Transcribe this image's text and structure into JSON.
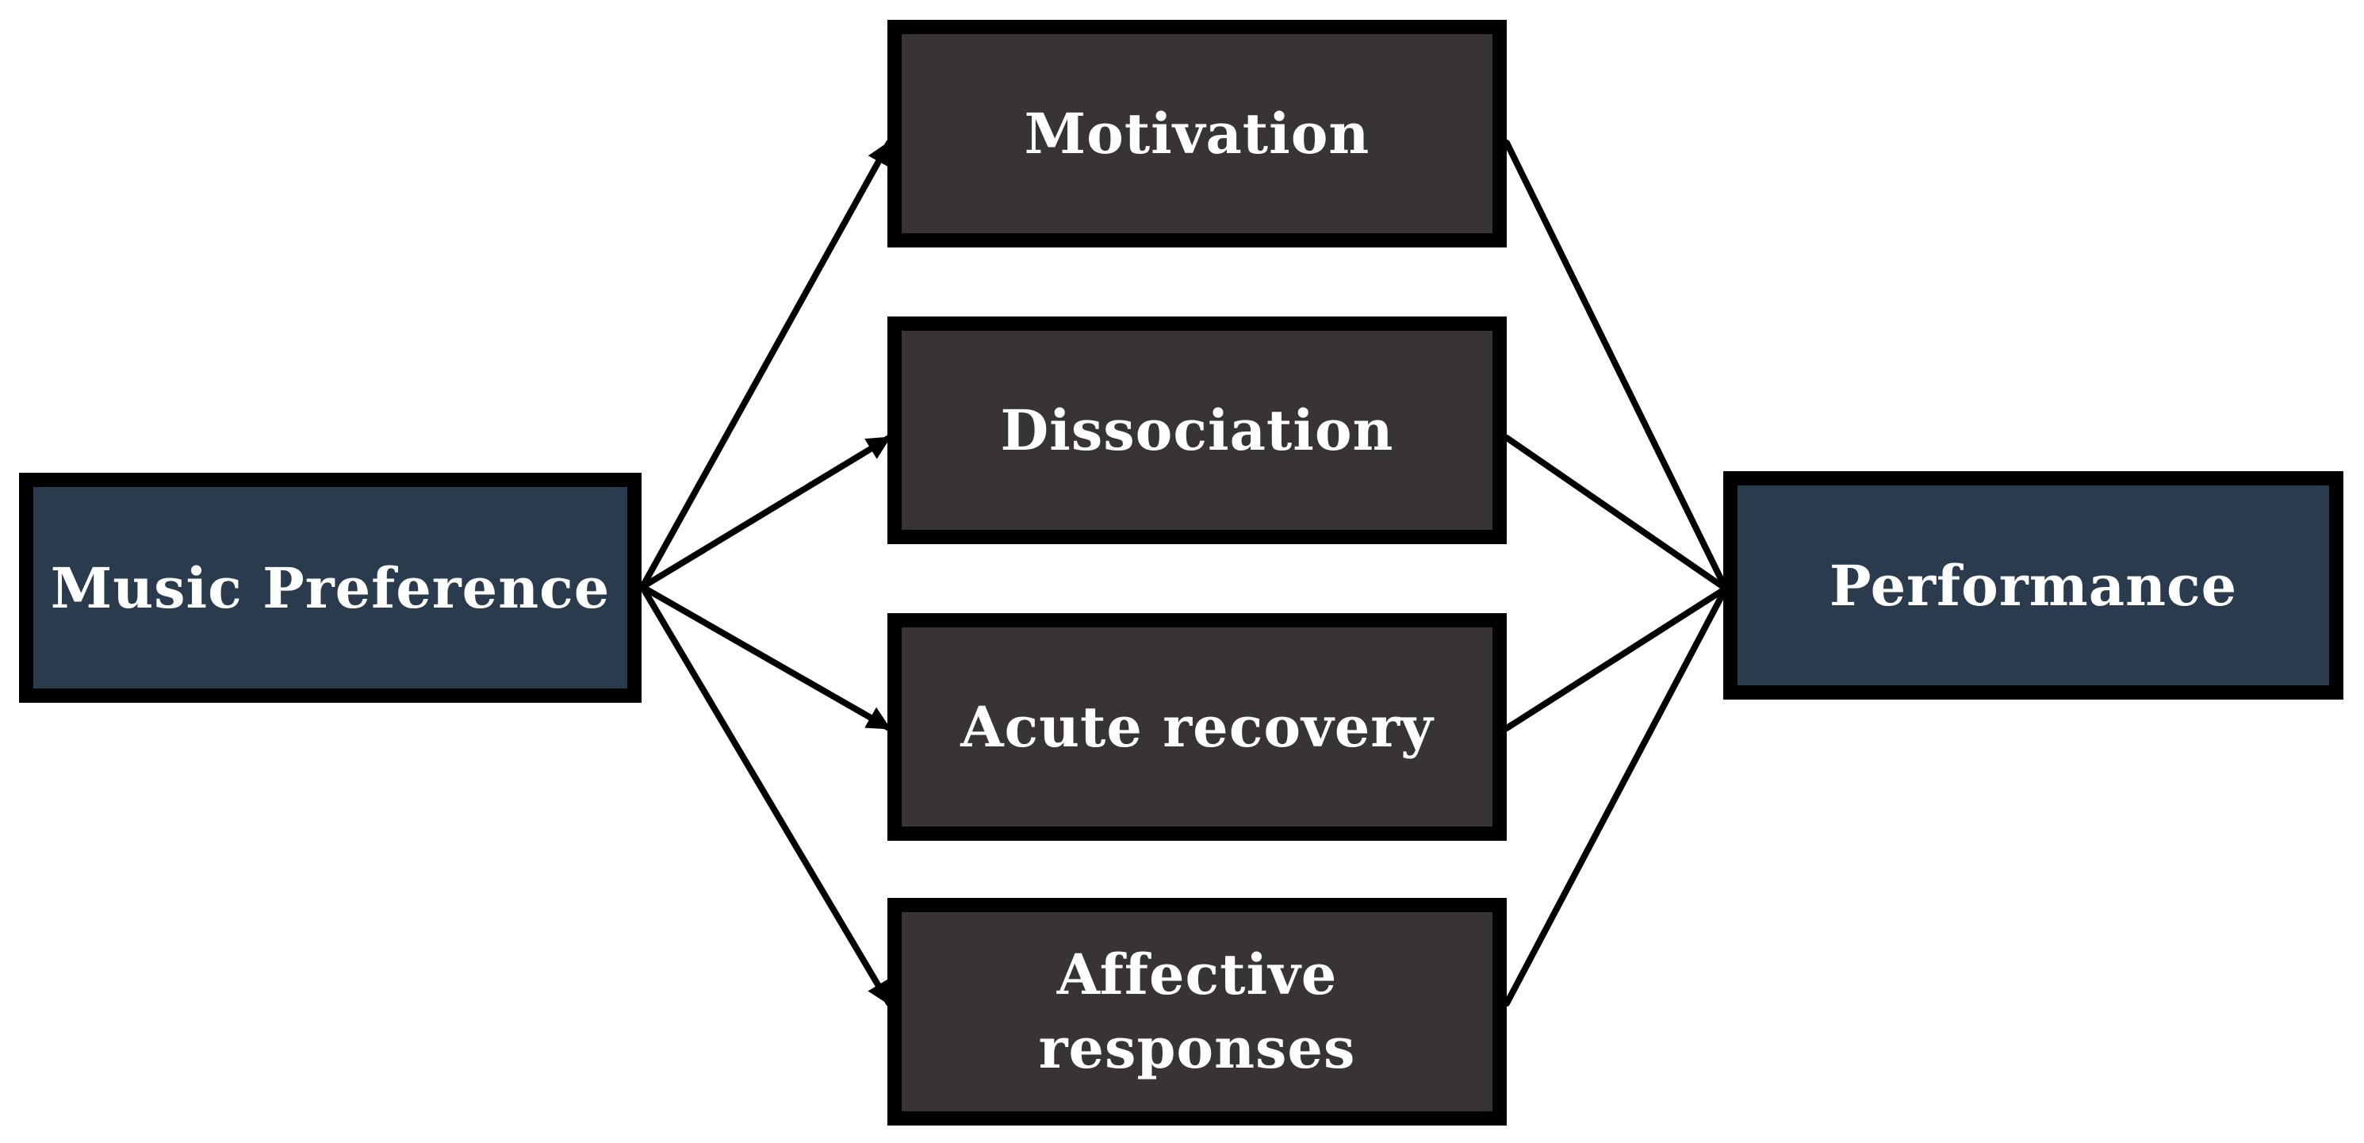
{
  "colors": {
    "end_node_fill": "#2a3b4e",
    "mid_node_fill": "#383434",
    "border": "#000000",
    "text": "#ffffff",
    "arrow": "#000000"
  },
  "nodes": {
    "music_preference": "Music Preference",
    "motivation": "Motivation",
    "dissociation": "Dissociation",
    "acute_recovery": "Acute recovery",
    "affective_responses": "Affective\nresponses",
    "performance": "Performance"
  },
  "edges": [
    {
      "from": "music_preference",
      "to": "motivation",
      "arrow": true
    },
    {
      "from": "music_preference",
      "to": "dissociation",
      "arrow": true
    },
    {
      "from": "music_preference",
      "to": "acute_recovery",
      "arrow": true
    },
    {
      "from": "music_preference",
      "to": "affective_responses",
      "arrow": true
    },
    {
      "from": "motivation",
      "to": "performance",
      "arrow": false
    },
    {
      "from": "dissociation",
      "to": "performance",
      "arrow": false
    },
    {
      "from": "acute_recovery",
      "to": "performance",
      "arrow": false
    },
    {
      "from": "affective_responses",
      "to": "performance",
      "arrow": false
    }
  ]
}
